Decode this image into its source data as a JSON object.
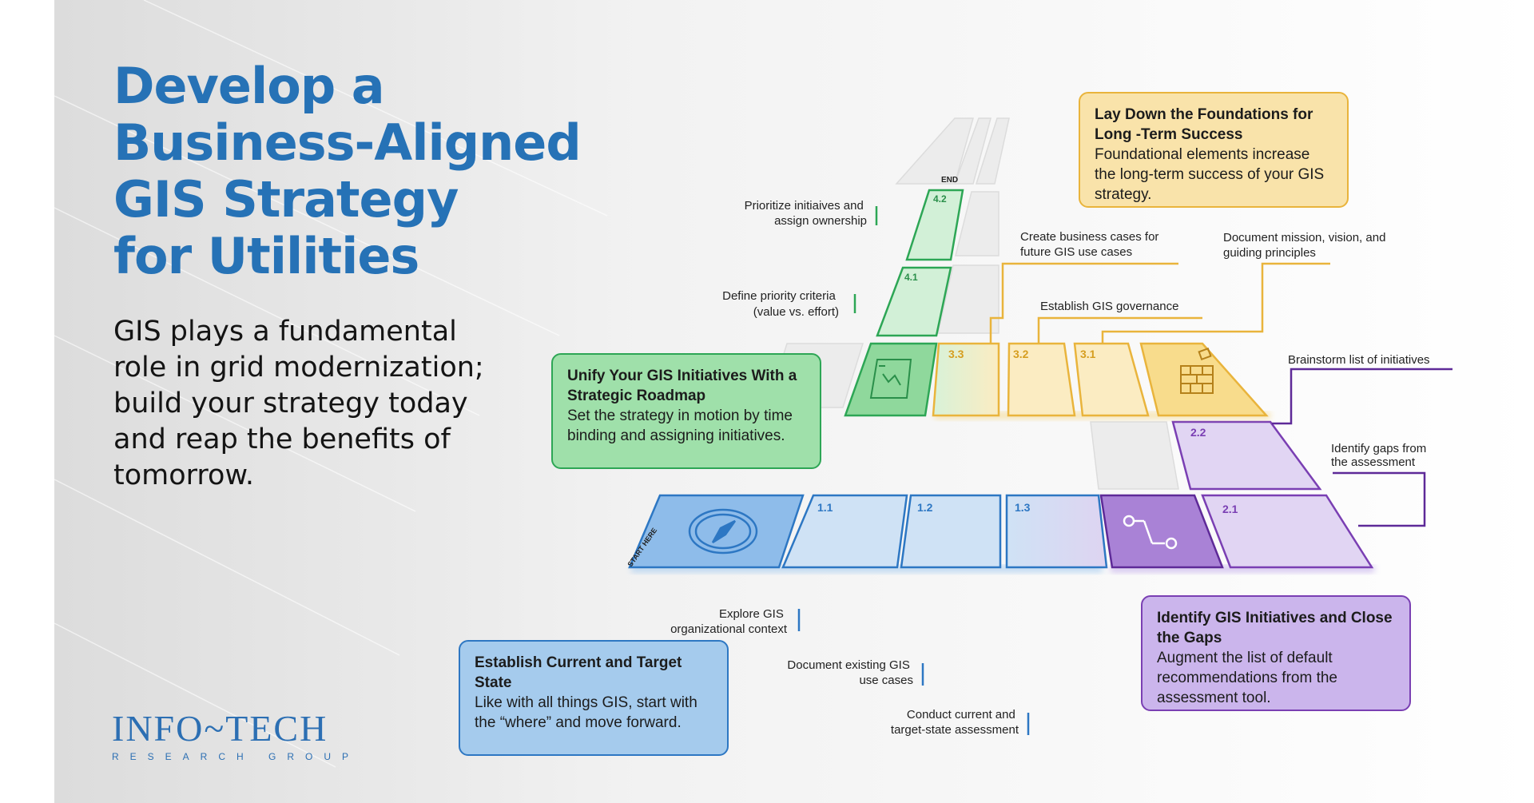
{
  "title_lines": [
    "Develop a",
    "Business-Aligned",
    "GIS Strategy",
    "for Utilities"
  ],
  "subtitle_lines": [
    "GIS plays a fundamental",
    "role in grid modernization;",
    "build your strategy today",
    "and reap the benefits of",
    "tomorrow."
  ],
  "logo": {
    "main": "INFO~TECH",
    "sub": "RESEARCH GROUP"
  },
  "boxes": {
    "green": {
      "heading": "Unify Your GIS Initiatives With a Strategic Roadmap",
      "body": "Set the strategy in motion by time binding and assigning initiatives."
    },
    "yellow": {
      "heading": "Lay Down the Foundations for Long -Term Success",
      "body": "Foundational elements increase the long-term success of your GIS strategy."
    },
    "blue": {
      "heading": "Establish Current and Target State",
      "body": "Like with all things GIS, start with the “where” and move forward."
    },
    "purple": {
      "heading": "Identify GIS Initiatives and Close the Gaps",
      "body": "Augment the list of default recommendations from the assessment tool."
    }
  },
  "markers": {
    "start": "START HERE",
    "end": "END"
  },
  "tiles": {
    "t11": "1.1",
    "t12": "1.2",
    "t13": "1.3",
    "t21": "2.1",
    "t22": "2.2",
    "t31": "3.1",
    "t32": "3.2",
    "t33": "3.3",
    "t41": "4.1",
    "t42": "4.2"
  },
  "callouts": {
    "c42": {
      "l1": "Prioritize initiaives and",
      "l2": "assign ownership"
    },
    "c41": {
      "l1": "Define priority criteria",
      "l2": "(value vs. effort)"
    },
    "c33": {
      "l1": "Create business cases for",
      "l2": "future GIS use cases"
    },
    "c32": {
      "l1": "Establish GIS governance"
    },
    "c31": {
      "l1": "Document mission, vision, and",
      "l2": "guiding principles"
    },
    "c22": {
      "l1": "Brainstorm list of initiatives"
    },
    "c21": {
      "l1": "Identify gaps from",
      "l2": "the assessment"
    },
    "c11": {
      "l1": "Explore GIS",
      "l2": "organizational context"
    },
    "c12": {
      "l1": "Document existing GIS",
      "l2": "use cases"
    },
    "c13": {
      "l1": "Conduct current and",
      "l2": "target-state assessment"
    }
  },
  "colors": {
    "blue": "#2d77c3",
    "green": "#2da655",
    "yellow": "#e9b43c",
    "purple": "#7a3fb3",
    "title": "#2672b6"
  },
  "icons": [
    "compass-icon",
    "map-icon",
    "brick-wall-icon",
    "path-nodes-icon"
  ]
}
